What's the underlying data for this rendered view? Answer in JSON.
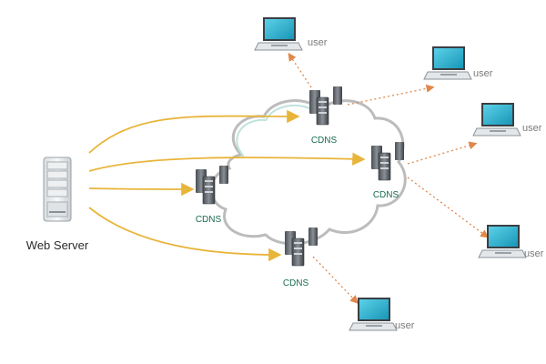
{
  "web_server": {
    "label": "Web Server"
  },
  "cdns_nodes": [
    {
      "label": "CDNS"
    },
    {
      "label": "CDNS"
    },
    {
      "label": "CDNS"
    },
    {
      "label": "CDNS"
    }
  ],
  "users": [
    {
      "label": "user"
    },
    {
      "label": "user"
    },
    {
      "label": "user"
    },
    {
      "label": "user"
    },
    {
      "label": "user"
    }
  ],
  "colors": {
    "origin_arrow": "#e8b53a",
    "user_arrow": "#e0874a",
    "cloud_outline": "#bdbdbd",
    "cdns_label": "#1a6b4c",
    "laptop_screen": "#1fb0cf"
  }
}
